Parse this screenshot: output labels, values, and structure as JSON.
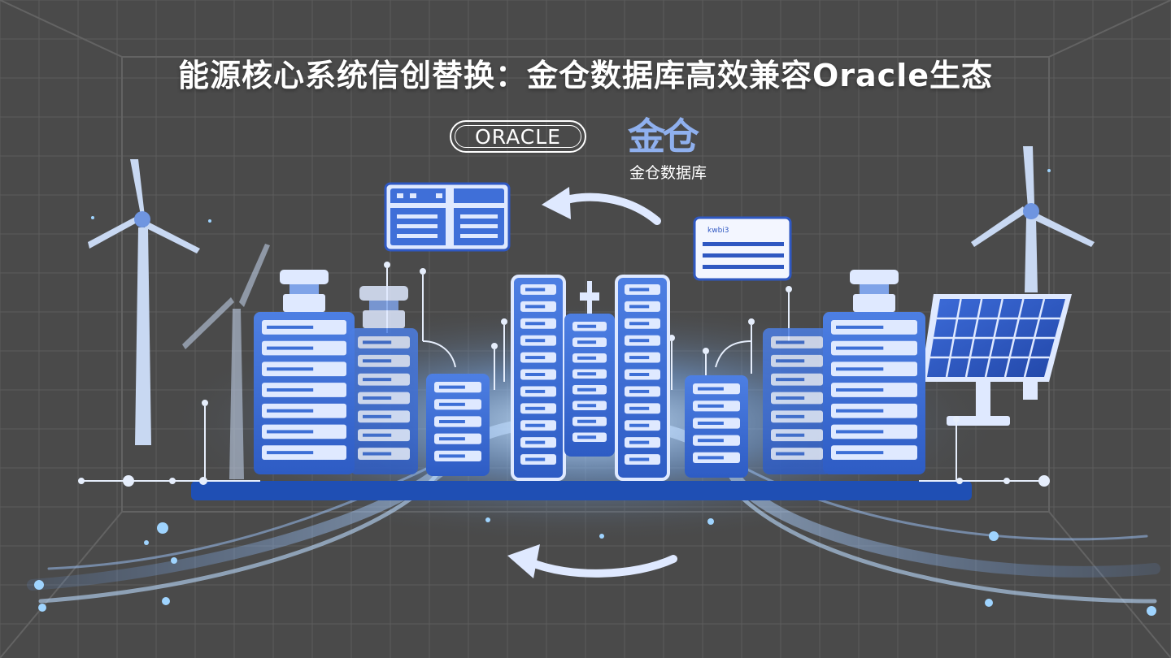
{
  "title": "能源核心系统信创替换：金仓数据库高效兼容Oracle生态",
  "logos": {
    "oracle": "ORACLE",
    "kingbase_mark": "金仓",
    "kingbase_name": "金仓数据库"
  },
  "card_label": "kwbi3",
  "colors": {
    "background": "#4a4a4a",
    "server_blue": "#3d6fd6",
    "server_light": "#dfe9ff",
    "glow": "#8fc4ff",
    "base_bar": "#1f4fb4"
  }
}
